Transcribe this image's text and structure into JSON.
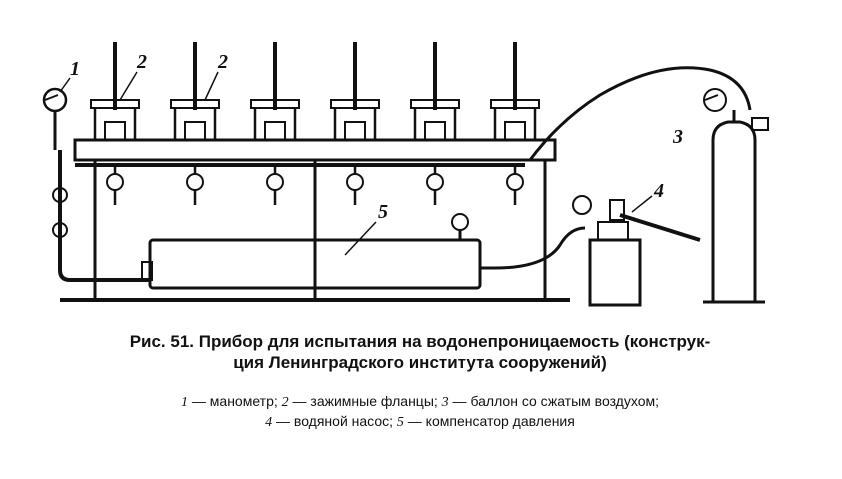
{
  "callouts": {
    "manometer": "1",
    "flange_a": "2",
    "flange_b": "2",
    "cylinder": "3",
    "pump": "4",
    "compensator": "5"
  },
  "caption": {
    "title_line1": "Рис. 51. Прибор для испытания на водонепроницаемость (конструк-",
    "title_line2": "ция Ленинградского института сооружений)",
    "legend": [
      {
        "num": "1",
        "text": " — манометр; "
      },
      {
        "num": "2",
        "text": " — зажимные фланцы; "
      },
      {
        "num": "3",
        "text": " — баллон со сжатым воздухом;"
      },
      {
        "num": "4",
        "text": " — водяной насос; "
      },
      {
        "num": "5",
        "text": " — компенсатор давления"
      }
    ]
  },
  "colors": {
    "ink": "#111111",
    "paper": "#ffffff"
  }
}
